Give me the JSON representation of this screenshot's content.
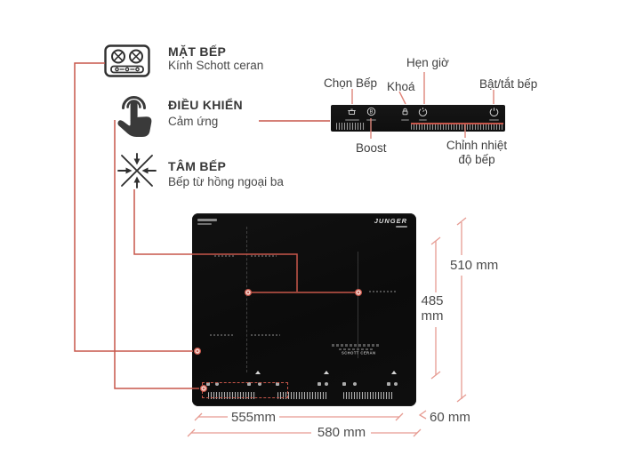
{
  "features": [
    {
      "title": "MẶT BẾP",
      "subtitle": "Kính Schott ceran"
    },
    {
      "title": "ĐIỀU KHIỂN",
      "subtitle": "Cảm ứng"
    },
    {
      "title": "TÂM BẾP",
      "subtitle": "Bếp từ hồng ngoại ba"
    }
  ],
  "control_panel": {
    "select_zone": "Chọn Bếp",
    "lock": "Khoá",
    "timer": "Hẹn giờ",
    "power": "Bật/tắt bếp",
    "boost": "Boost",
    "heat_adjust_line1": "Chỉnh nhiệt",
    "heat_adjust_line2": "độ bếp"
  },
  "product": {
    "brand": "JUNGER",
    "glass_logo": "SCHOTT CERAN"
  },
  "dimensions": {
    "inner_width": "555mm",
    "outer_width": "580 mm",
    "inner_height_value": "485",
    "inner_height_unit": "mm",
    "outer_height": "510 mm",
    "depth": "60 mm"
  },
  "colors": {
    "connector_red": "#c7564a",
    "leader_red": "#df857a",
    "dimension_red": "#e69b92",
    "text_dark": "#3c3c3c",
    "panel_black": "#121212",
    "cooktop_black": "#0c0c0c"
  }
}
